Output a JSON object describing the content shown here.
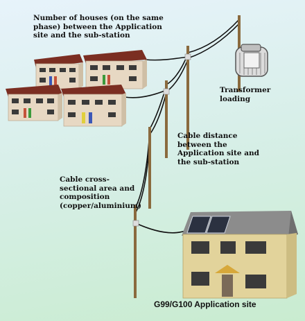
{
  "labels": {
    "houses_count": "Number of houses (on the same phase) between the Application site and the sub-station",
    "transformer": "Transformer loading",
    "cable_distance": "Cable distance between the Application site and the sub-station",
    "cable_section": "Cable cross-sectional area and composition (copper/aluminium)",
    "application_site": "G99/G100 Application site"
  },
  "colors": {
    "pole": "#8a6a3e",
    "cable": "#111111",
    "terrace_wall": "#e7d8c3",
    "terrace_roof": "#7b2e22",
    "site_wall": "#e2d39b",
    "site_roof": "#8c8c8c",
    "window": "#3a3a3a",
    "solar_panel": "#2b3140"
  },
  "icons": {
    "transformer": "transformer-icon",
    "solar": "solar-panel-icon"
  }
}
